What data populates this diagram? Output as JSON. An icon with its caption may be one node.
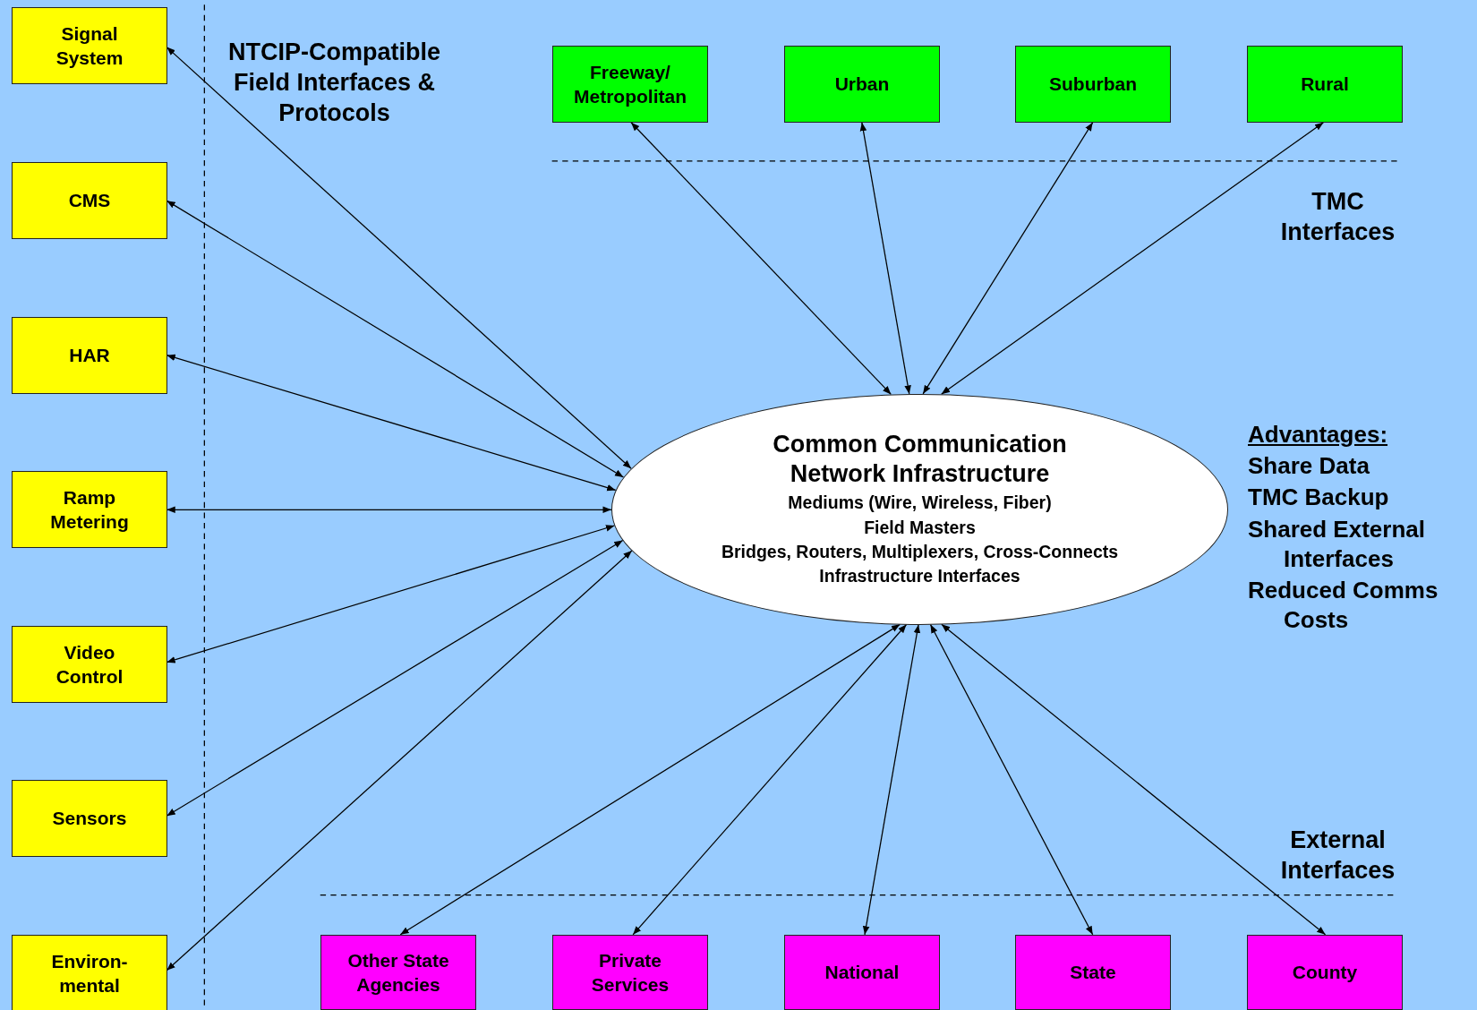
{
  "diagram": {
    "nodes": [
      {
        "text": [
          "Signal System"
        ]
      },
      {
        "text": [
          "CMS"
        ]
      },
      {
        "text": [
          "HAR"
        ]
      },
      {
        "text": [
          "Ramp Metering"
        ]
      },
      {
        "text": [
          "Video Control"
        ]
      },
      {
        "text": [
          "Sensors"
        ]
      },
      {
        "text": [
          "Environ- mental"
        ]
      },
      {
        "text": [
          "Freeway/ Metropolitan"
        ]
      },
      {
        "text": [
          "Urban"
        ]
      },
      {
        "text": [
          "Suburban"
        ]
      },
      {
        "text": [
          "Rural"
        ]
      },
      {
        "text": [
          "Common Communication Network Infrastructure",
          "Mediums (Wire, Wireless, Fiber)",
          "Field Masters",
          "Bridges, Routers, Multiplexers, Cross-Connects",
          "Infrastructure Interfaces"
        ]
      },
      {
        "text": [
          "Other State Agencies"
        ]
      },
      {
        "text": [
          "Private Services"
        ]
      },
      {
        "text": [
          "National"
        ]
      },
      {
        "text": [
          "State"
        ]
      },
      {
        "text": [
          "County"
        ]
      }
    ],
    "edges": [
      {
        "from": 0,
        "to": 11,
        "arrow": "both"
      },
      {
        "from": 1,
        "to": 11,
        "arrow": "both"
      },
      {
        "from": 2,
        "to": 11,
        "arrow": "both"
      },
      {
        "from": 3,
        "to": 11,
        "arrow": "both"
      },
      {
        "from": 4,
        "to": 11,
        "arrow": "both"
      },
      {
        "from": 5,
        "to": 11,
        "arrow": "both"
      },
      {
        "from": 6,
        "to": 11,
        "arrow": "both"
      },
      {
        "from": 7,
        "to": 11,
        "arrow": "both"
      },
      {
        "from": 8,
        "to": 11,
        "arrow": "both"
      },
      {
        "from": 9,
        "to": 11,
        "arrow": "both"
      },
      {
        "from": 10,
        "to": 11,
        "arrow": "both"
      },
      {
        "from": 12,
        "to": 11,
        "arrow": "both"
      },
      {
        "from": 13,
        "to": 11,
        "arrow": "both"
      },
      {
        "from": 14,
        "to": 11,
        "arrow": "both"
      },
      {
        "from": 15,
        "to": 11,
        "arrow": "both"
      },
      {
        "from": 16,
        "to": 11,
        "arrow": "both"
      }
    ],
    "labels": [
      "NTCIP-Compatible Field Interfaces & Protocols",
      "TMC Interfaces",
      "Advantages:",
      "Share Data",
      "TMC Backup",
      "Shared External Interfaces",
      "Reduced Comms Costs",
      "External Interfaces"
    ]
  }
}
